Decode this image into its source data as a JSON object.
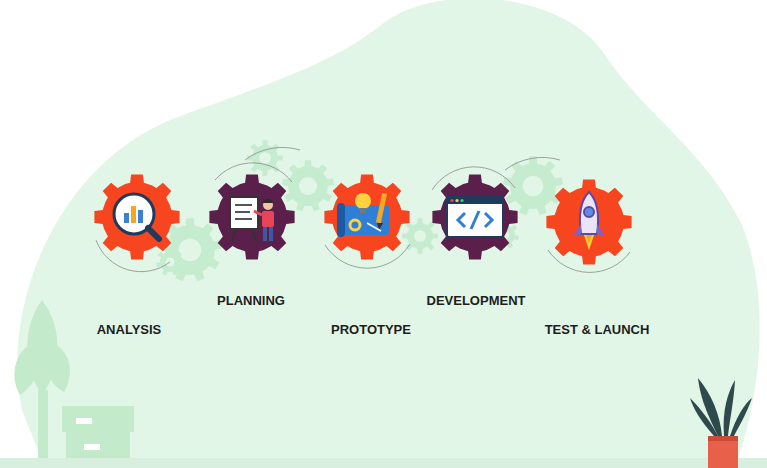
{
  "diagram": {
    "nodes": [
      {
        "text": [
          "ANALYSIS"
        ]
      },
      {
        "text": [
          "PLANNING"
        ]
      },
      {
        "text": [
          "PROTOTYPE"
        ]
      },
      {
        "text": [
          "DEVELOPMENT"
        ]
      },
      {
        "text": [
          "TEST & LAUNCH"
        ]
      }
    ]
  }
}
